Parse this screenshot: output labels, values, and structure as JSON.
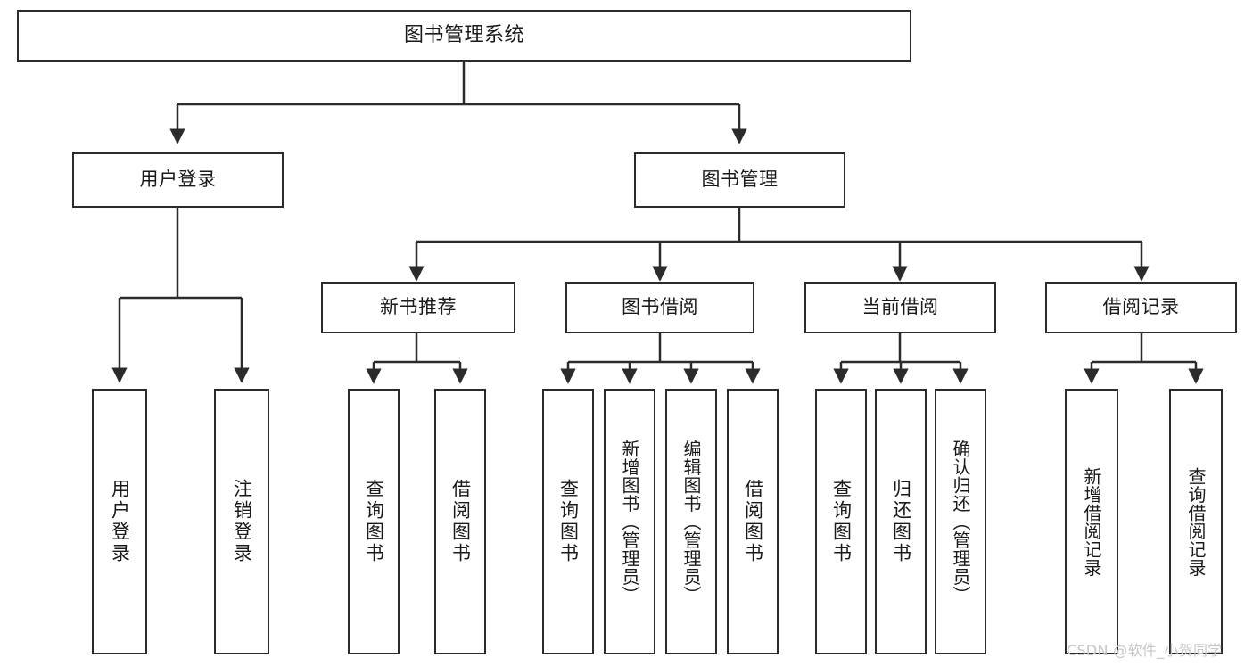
{
  "diagram": {
    "type": "tree-hierarchy",
    "title": "图书管理系统",
    "root": {
      "label": "图书管理系统"
    },
    "level1": [
      {
        "label": "用户登录"
      },
      {
        "label": "图书管理"
      }
    ],
    "level2": [
      {
        "label": "新书推荐"
      },
      {
        "label": "图书借阅"
      },
      {
        "label": "当前借阅"
      },
      {
        "label": "借阅记录"
      }
    ],
    "leaves": {
      "user_login": [
        {
          "label": "用户登录"
        },
        {
          "label": "注销登录"
        }
      ],
      "new_book_recommend": [
        {
          "label": "查询图书"
        },
        {
          "label": "借阅图书"
        }
      ],
      "book_borrow": [
        {
          "label": "查询图书"
        },
        {
          "label": "新增图书（管理员）"
        },
        {
          "label": "编辑图书（管理员）"
        },
        {
          "label": "借阅图书"
        }
      ],
      "current_borrow": [
        {
          "label": "查询图书"
        },
        {
          "label": "归还图书"
        },
        {
          "label": "确认归还（管理员）"
        }
      ],
      "borrow_record": [
        {
          "label": "新增借阅记录"
        },
        {
          "label": "查询借阅记录"
        }
      ]
    }
  },
  "watermark": {
    "text": "CSDN @软件_小贺同学"
  },
  "colors": {
    "stroke": "#2b2b2b",
    "box_fill": "#ffffff",
    "text": "#1a1a1a",
    "watermark": "#c7c7c7",
    "background": "#ffffff"
  }
}
